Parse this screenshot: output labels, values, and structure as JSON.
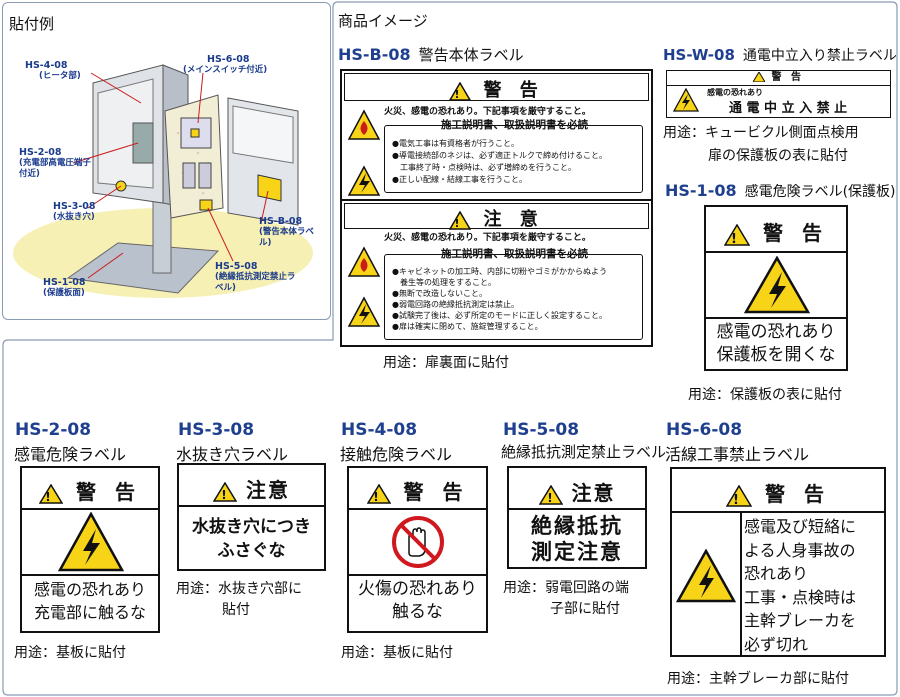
{
  "left_panel": {
    "title": "貼付例",
    "callouts": [
      {
        "code": "HS-4-08",
        "note": "(ヒータ部)"
      },
      {
        "code": "HS-6-08",
        "note": "(メインスイッチ付近)"
      },
      {
        "code": "HS-2-08",
        "note": "(充電部高電圧端子付近)"
      },
      {
        "code": "HS-3-08",
        "note": "(水抜き穴)"
      },
      {
        "code": "HS-B-08",
        "note": "(警告本体ラベル)"
      },
      {
        "code": "HS-5-08",
        "note": "(絶縁抵抗測定禁止ラベル)"
      },
      {
        "code": "HS-1-08",
        "note": "(保護板面)"
      }
    ]
  },
  "right_panel": {
    "title": "商品イメージ"
  },
  "hsb": {
    "code": "HS-B-08",
    "name": "警告本体ラベル",
    "warn_head": "警 告",
    "warn_lead": "火災、感電の恐れあり。下記事項を厳守すること。",
    "warn_box": "施工説明書、取扱説明書を必読",
    "warn_items": [
      "●電気工事は有資格者が行うこと。",
      "●導電接続部のネジは、必ず適正トルクで締め付けること。",
      "　工事終了時・点検時は、必ず増締めを行うこと。",
      "●正しい配線・結線工事を行うこと。"
    ],
    "caution_head": "注 意",
    "caution_lead": "火災、感電の恐れあり。下記事項を厳守すること。",
    "caution_box": "施工説明書、取扱説明書を必読",
    "caution_items": [
      "●キャビネットの加工時、内部に切粉やゴミがかからぬよう",
      "　養生等の処理をすること。",
      "●無断で改造しないこと。",
      "●弱電回路の絶縁抵抗測定は禁止。",
      "●試験完了後は、必ず所定のモードに正しく設定すること。",
      "●扉は確実に閉めて、施錠管理すること。"
    ],
    "usage": "用途：扉裏面に貼付"
  },
  "hsw": {
    "code": "HS-W-08",
    "name": "通電中立入り禁止ラベル",
    "head": "警 告",
    "small": "感電の恐れあり",
    "main": "通 電 中 立 入 禁 止",
    "usage1": "用途：キュービクル側面点検用",
    "usage2": "扉の保護板の表に貼付"
  },
  "hs1": {
    "code": "HS-1-08",
    "name": "感電危険ラベル(保護板)",
    "head": "警 告",
    "msg1": "感電の恐れあり",
    "msg2": "保護板を開くな",
    "usage": "用途：保護板の表に貼付"
  },
  "hs2": {
    "code": "HS-2-08",
    "name": "感電危険ラベル",
    "head": "警 告",
    "msg1": "感電の恐れあり",
    "msg2": "充電部に触るな",
    "usage": "用途：基板に貼付"
  },
  "hs3": {
    "code": "HS-3-08",
    "name": "水抜き穴ラベル",
    "head": "注意",
    "msg1": "水抜き穴につき",
    "msg2": "ふさぐな",
    "usage1": "用途：水抜き穴部に",
    "usage2": "貼付"
  },
  "hs4": {
    "code": "HS-4-08",
    "name": "接触危険ラベル",
    "head": "警 告",
    "msg1": "火傷の恐れあり",
    "msg2": "触るな",
    "usage": "用途：基板に貼付"
  },
  "hs5": {
    "code": "HS-5-08",
    "name": "絶縁抵抗測定禁止ラベル",
    "head": "注意",
    "msg1": "絶縁抵抗",
    "msg2": "測定注意",
    "usage1": "用途：弱電回路の端",
    "usage2": "子部に貼付"
  },
  "hs6": {
    "code": "HS-6-08",
    "name": "活線工事禁止ラベル",
    "head": "警 告",
    "lines": [
      "感電及び短絡に",
      "よる人身事故の",
      "恐れあり",
      "工事・点検時は",
      "主幹ブレーカを",
      "必ず切れ"
    ],
    "usage": "用途：主幹ブレーカ部に貼付"
  },
  "colors": {
    "code_blue": "#1f3f8f",
    "warn_yellow": "#f7d417",
    "panel_border": "#8a9bb3"
  }
}
